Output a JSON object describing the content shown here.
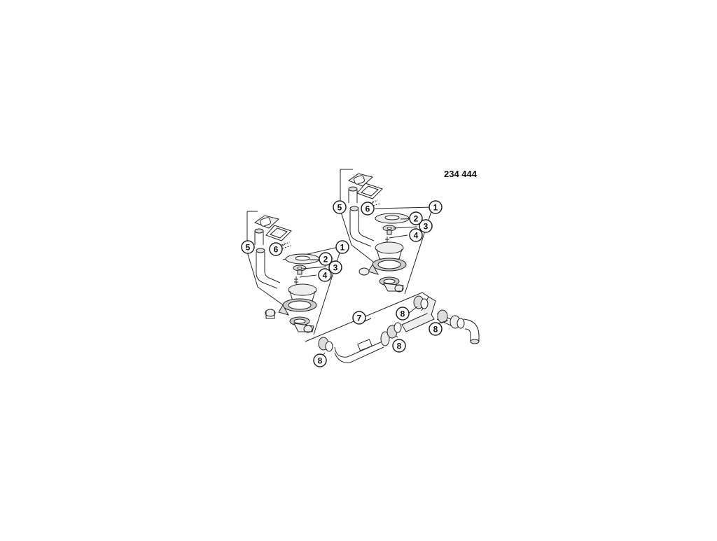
{
  "diagram": {
    "part_number": "234 444",
    "callout_labels": [
      "1",
      "2",
      "3",
      "4",
      "5",
      "6",
      "7",
      "8"
    ],
    "left_set": {
      "callouts": [
        "1",
        "2",
        "3",
        "4",
        "5",
        "6"
      ]
    },
    "right_set": {
      "callouts": [
        "1",
        "2",
        "3",
        "4",
        "5",
        "6"
      ]
    },
    "waste_pipe": {
      "callouts": [
        "7",
        "8",
        "8",
        "8",
        "8"
      ]
    }
  }
}
